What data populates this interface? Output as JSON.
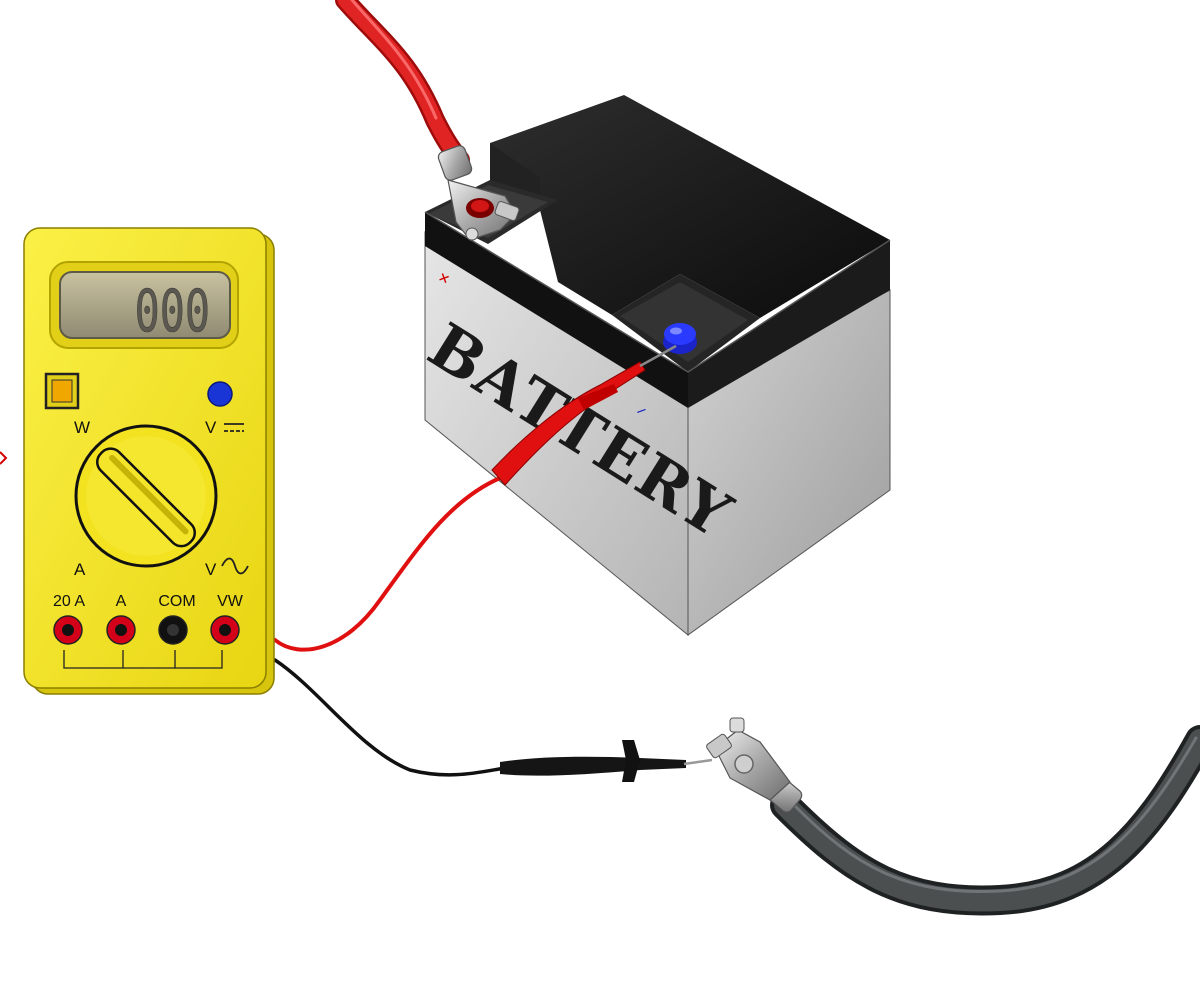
{
  "multimeter": {
    "display_value": "000",
    "dial_labels": {
      "top_left": "W",
      "top_right": "V",
      "bottom_left": "A",
      "bottom_right": "V"
    },
    "jacks": [
      "20 A",
      "A",
      "COM",
      "VW"
    ],
    "colors": {
      "body": "#f2e21f",
      "jack_red": "#d4001a",
      "jack_black": "#111111",
      "indicator": "#1a35d6"
    }
  },
  "battery": {
    "label": "BATTERY",
    "positive_symbol": "+",
    "negative_symbol": "−",
    "colors": {
      "top": "#151515",
      "body": "#cfcfcf",
      "negative_post": "#1a24c8"
    }
  },
  "cables": {
    "positive_cable_color": "#d81a1a",
    "negative_cable_color": "#3a3d3e",
    "red_probe_color": "#e01010",
    "black_probe_color": "#111111"
  }
}
